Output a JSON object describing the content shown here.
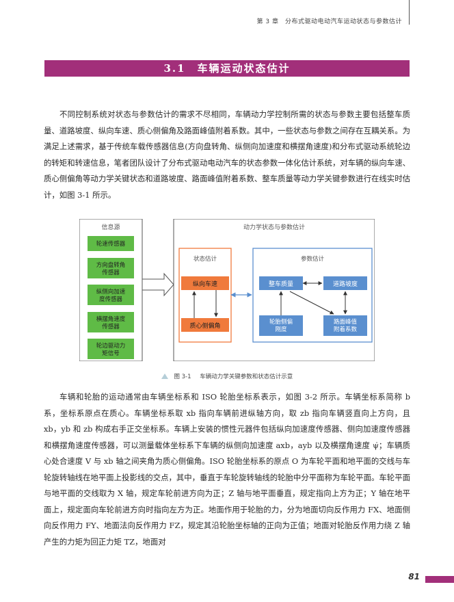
{
  "header": {
    "running_title": "第 3 章　分布式驱动电动汽车运动状态与参数估计",
    "page_number": "81"
  },
  "section": {
    "title": "3.1　车辆运动状态估计"
  },
  "paragraphs": [
    "不同控制系统对状态与参数估计的需求不尽相同，车辆动力学控制所需的状态与参数主要包括整车质量、道路坡度、纵向车速、质心侧偏角及路面峰值附着系数。其中，一些状态与参数之间存在互耦关系。为满足上述需求，基于传统车载传感器信息(方向盘转角、纵侧向加速度和横摆角速度)和分布式驱动系统轮边的转矩和转速信息，笔者团队设计了分布式驱动电动汽车的状态参数一体化估计系统，对车辆的纵向车速、质心侧偏角等动力学关键状态和道路坡度、路面峰值附着系数、整车质量等动力学关键参数进行在线实时估计，如图 3-1 所示。",
    "车辆和轮胎的运动通常由车辆坐标系和 ISO 轮胎坐标系表示，如图 3-2 所示。车辆坐标系简称 b 系，坐标系原点在质心。车辆坐标系取 xb 指向车辆前进纵轴方向，取 zb 指向车辆竖直向上方向，且 xb，yb 和 zb 构成右手正交坐标系。车辆上安装的惯性元器件包括纵向加速度传感器、侧向加速度传感器和横摆角速度传感器，可以测量载体坐标系下车辆的纵侧向加速度 axb，ayb 以及横摆角速度 ψ̇；车辆质心处合速度 V 与 xb 轴之间夹角为质心侧偏角。ISO 轮胎坐标系的原点 O 为车轮平面和地平面的交线与车轮旋转轴线在地平面上投影线的交点，其中，垂直于车轮旋转轴线的轮胎中分平面称为车轮平面。车轮平面与地平面的交线取为 X 轴，规定车轮前进方向为正；Z 轴与地平面垂直，规定指向上方为正；Y 轴在地平面上，规定面向车轮前进方向时指向左方为正。地面作用于轮胎的力，分为地面切向反作用力 FX、地面侧向反作用力 FY、地面法向反作用力 FZ，规定其沿轮胎坐标轴的正向为正值；地面对轮胎反作用力绕 Z 轴产生的力矩为回正力矩 TZ，地面对"
  ],
  "figure": {
    "caption_no": "图 3-1",
    "caption_text": "车辆动力学关键参数和状态估计示意",
    "info_source": {
      "title": "信息源",
      "items": [
        "轮速传感器",
        "方向盘转角\n传感器",
        "纵侧向加速\n度传感器",
        "横摆角速度\n传感器",
        "轮边驱动力\n矩信号"
      ]
    },
    "estimation": {
      "title": "动力学状态与参数估计",
      "state": {
        "title": "状态估计",
        "boxes": [
          "纵向车速",
          "质心侧偏角"
        ]
      },
      "param": {
        "title": "参数估计",
        "boxes": [
          "整车质量",
          "道路坡度",
          "轮胎侧偏\n刚度",
          "路面峰值\n附着系数"
        ]
      }
    },
    "colors": {
      "green": "#5fbb46",
      "orange": "#f07a3c",
      "blue": "#5a8fcf",
      "dark": "#333333"
    }
  }
}
